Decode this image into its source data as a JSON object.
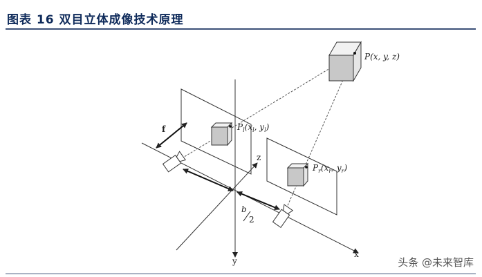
{
  "figure": {
    "title_prefix": "图表",
    "title_number": "16",
    "title_text": "双目立体成像技术原理"
  },
  "diagram": {
    "point_label": "P(x, y, z)",
    "left_point_label": "P",
    "left_point_sub": "l",
    "left_point_coords": "(x",
    "left_point_coords_end": ", y",
    "left_point_close": ")",
    "right_point_label": "P",
    "right_point_sub": "r",
    "right_point_coords": "(x",
    "right_point_coords_end": ", y",
    "right_point_close": ")",
    "focal_label": "f",
    "baseline_num": "b",
    "baseline_den": "2",
    "axis_x": "x",
    "axis_y": "y",
    "axis_z": "z"
  },
  "watermark": {
    "text": "头条 @未来智库"
  }
}
